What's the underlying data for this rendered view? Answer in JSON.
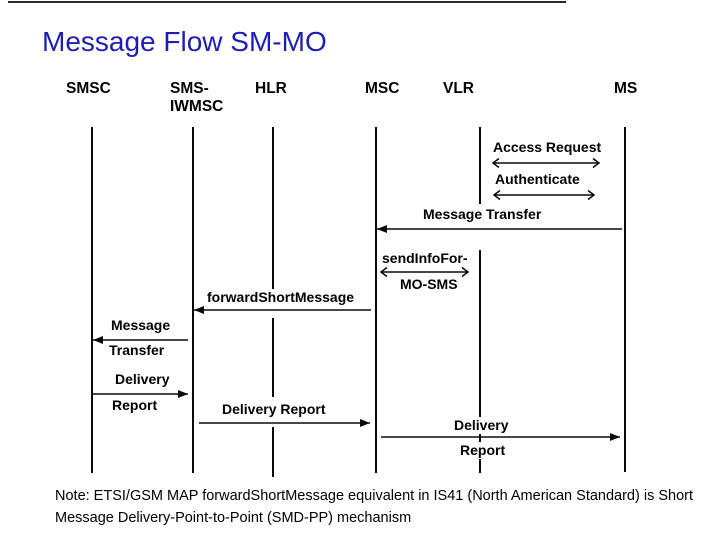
{
  "title": "Message Flow SM-MO",
  "entities": [
    {
      "label": "SMSC"
    },
    {
      "label": "SMS-",
      "label2": "IWMSC"
    },
    {
      "label": "HLR"
    },
    {
      "label": "MSC"
    },
    {
      "label": "VLR"
    },
    {
      "label": "MS"
    }
  ],
  "messages": [
    {
      "label": "Access Request",
      "from": "VLR",
      "to": "MS",
      "direction": "both"
    },
    {
      "label": "Authenticate",
      "from": "VLR",
      "to": "MS",
      "direction": "both"
    },
    {
      "label": "Message Transfer",
      "from": "MS",
      "to": "MSC",
      "direction": "left"
    },
    {
      "label": "sendInfoFor-",
      "label2": "MO-SMS",
      "from": "MSC",
      "to": "VLR",
      "direction": "both"
    },
    {
      "label": "forwardShortMessage",
      "from": "MSC",
      "to": "SMS-IWMSC",
      "direction": "left"
    },
    {
      "label": "Message",
      "label2": "Transfer",
      "from": "SMS-IWMSC",
      "to": "SMSC",
      "direction": "left"
    },
    {
      "label": "Delivery",
      "label2": "Report",
      "from": "SMSC",
      "to": "SMS-IWMSC",
      "direction": "right"
    },
    {
      "label": "Delivery Report",
      "from": "SMS-IWMSC",
      "to": "MSC",
      "direction": "right"
    },
    {
      "label": "Delivery",
      "label2": "Report",
      "from": "MSC",
      "to": "MS",
      "direction": "right"
    }
  ],
  "note": {
    "line1": "Note: ETSI/GSM MAP forwardShortMessage equivalent in IS41 (North American Standard) is Short",
    "line2": "Message Delivery-Point-to-Point (SMD-PP) mechanism"
  },
  "colors": {
    "title_blue": "#1e1eb4",
    "line_black": "#0a0a0a",
    "background": "#ffffff"
  }
}
